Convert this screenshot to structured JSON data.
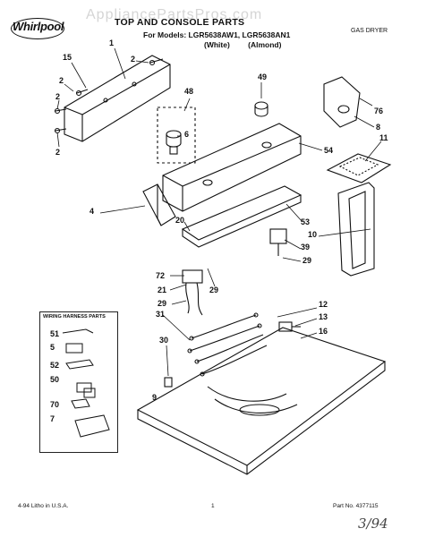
{
  "header": {
    "watermark": "AppliancePartsPros.com",
    "brand": "Whirlpool",
    "title": "TOP AND CONSOLE PARTS",
    "models": "For Models: LGR5638AW1, LGR5638AN1",
    "variants": "(White) (Almond)",
    "doc_type": "GAS DRYER"
  },
  "harness_box": {
    "title": "WIRING HARNESS PARTS",
    "labels": [
      "51",
      "5",
      "52",
      "50",
      "70",
      "7"
    ]
  },
  "callouts": [
    "1",
    "2",
    "15",
    "2",
    "2",
    "2",
    "48",
    "6",
    "49",
    "76",
    "8",
    "11",
    "54",
    "4",
    "20",
    "53",
    "10",
    "39",
    "29",
    "72",
    "21",
    "29",
    "29",
    "12",
    "31",
    "13",
    "16",
    "30",
    "9"
  ],
  "footer": {
    "left": "4-94 Litho in U.S.A.",
    "page": "1",
    "part_no": "Part No. 4377115",
    "handwritten": "3/94"
  }
}
